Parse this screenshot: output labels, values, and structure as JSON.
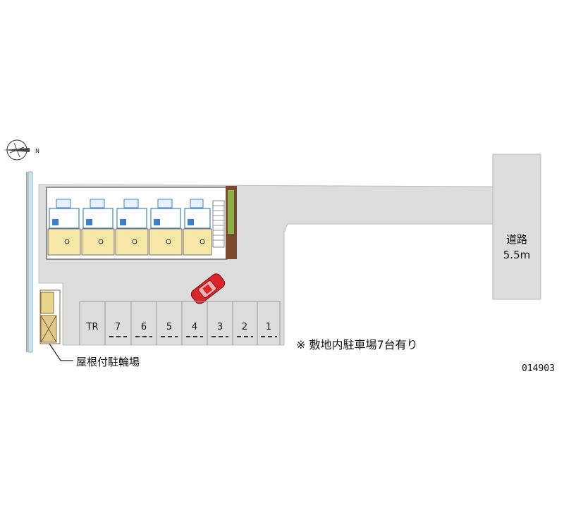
{
  "compass": {
    "label": "N"
  },
  "road": {
    "name": "道路",
    "width": "5.5m"
  },
  "parking": {
    "labels": [
      "TR",
      "7",
      "6",
      "5",
      "4",
      "3",
      "2",
      "1"
    ]
  },
  "bike_parking": {
    "label": "屋根付駐輪場"
  },
  "note": "※ 敷地内駐車場7台有り",
  "property_id": "014903",
  "colors": {
    "ground": "#dcdcdc",
    "unit_floor": "#f6e7a6",
    "unit_blue": "#3d7fcf",
    "car": "#d9262a",
    "planting": "#7a4a2e",
    "road": "#dcdcdc"
  }
}
